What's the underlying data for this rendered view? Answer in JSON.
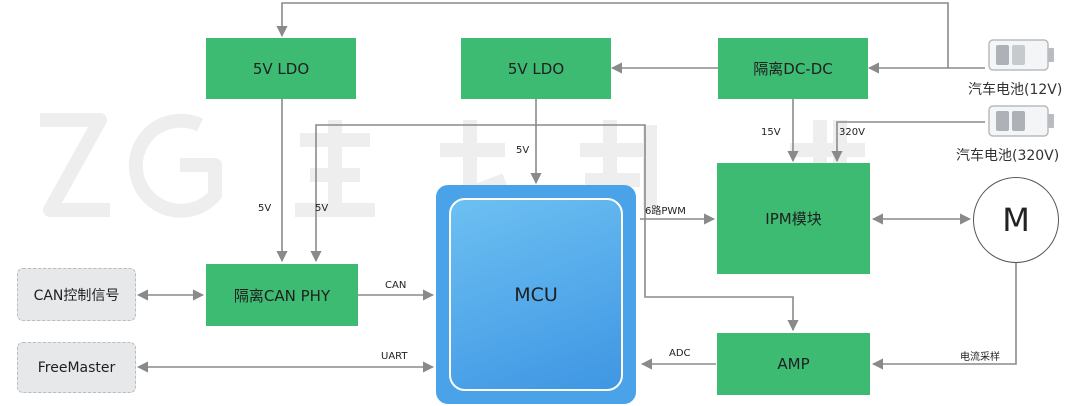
{
  "blocks": {
    "ldo_left": "5V LDO",
    "ldo_mid": "5V LDO",
    "dcdc": "隔离DC-DC",
    "can_phy": "隔离CAN PHY",
    "mcu": "MCU",
    "ipm": "IPM模块",
    "amp": "AMP",
    "can_signal": "CAN控制信号",
    "freemaster": "FreeMaster",
    "motor": "M"
  },
  "batteries": {
    "battery_12v": "汽车电池(12V)",
    "battery_320v": "汽车电池(320V)"
  },
  "signals": {
    "ldo_left_5v": "5V",
    "ldo_mid_5v": "5V",
    "mcu_5v": "5V",
    "dcdc_15v": "15V",
    "hv_320v": "320V",
    "pwm": "6路PWM",
    "can": "CAN",
    "uart": "UART",
    "adc": "ADC",
    "current_sense": "电流采样"
  },
  "colors": {
    "block_green": "#3dbb73",
    "mcu_blue": "#4aa3e8",
    "arrow_gray": "#8a8a8a"
  }
}
